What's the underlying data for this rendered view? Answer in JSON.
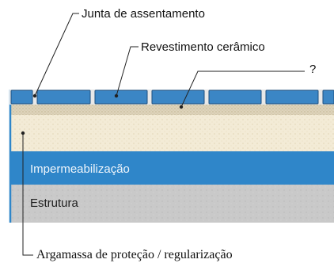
{
  "labels": {
    "junta": "Junta de assentamento",
    "revestimento": "Revestimento cerâmico",
    "unknown": "?",
    "argamassa": "Argamassa de proteção / regularização"
  },
  "layers": {
    "impermeabilizacao": "Impermeabilização",
    "estrutura": "Estrutura"
  },
  "colors": {
    "tile": "#3b86c5",
    "tile_border": "#1d4f7f",
    "joint": "#e8e8e8",
    "mortar_thin": "#d9d0b8",
    "protection_mortar": "#f3ebd6",
    "waterproofing": "#2f86c9",
    "structure": "#c9c9c9",
    "edge_line": "#2f86c9"
  }
}
